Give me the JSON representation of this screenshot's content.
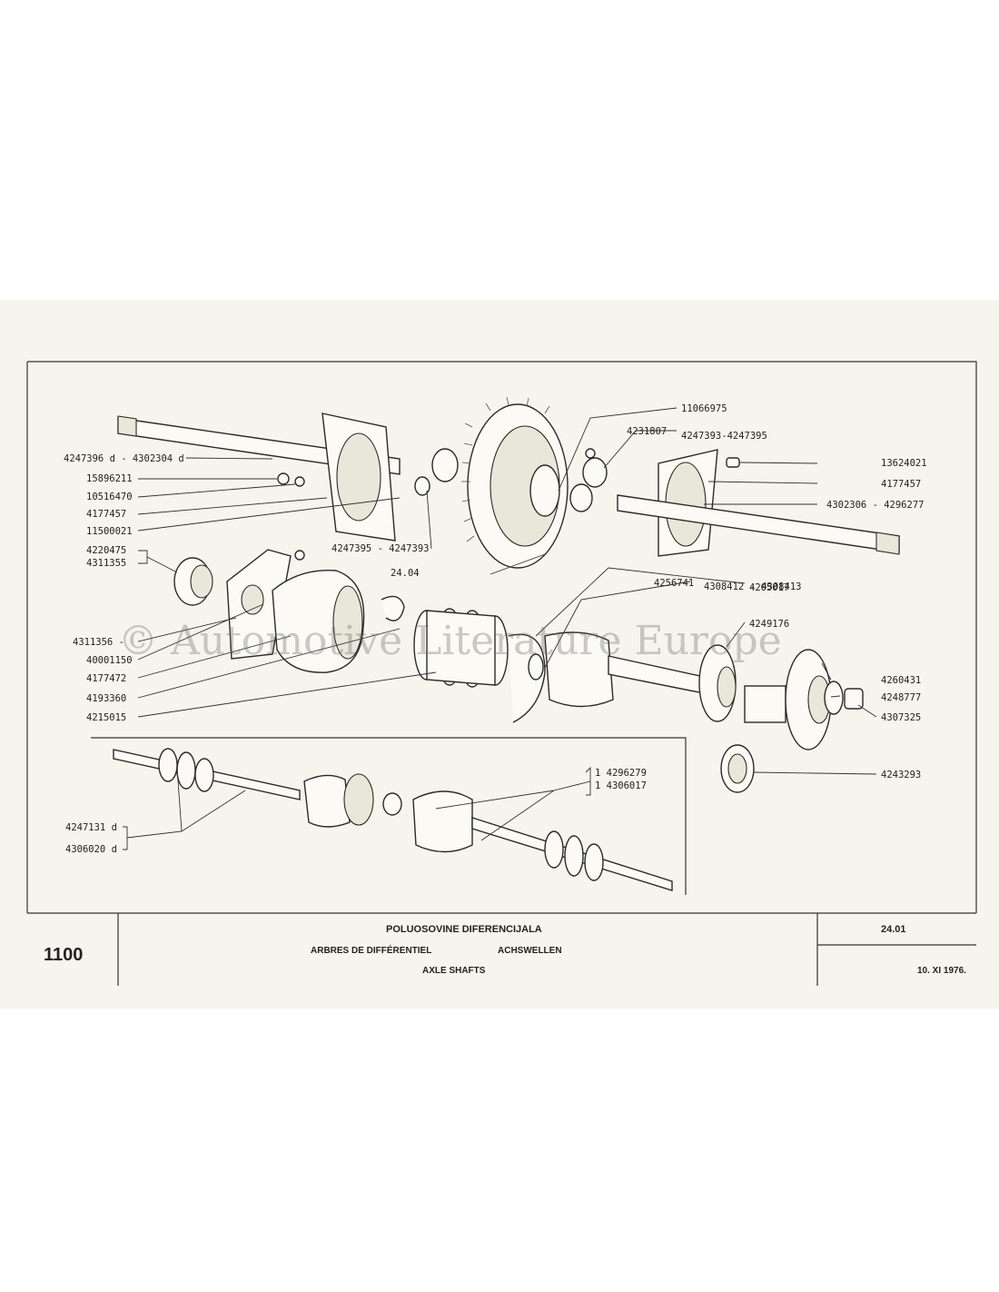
{
  "watermark": "© Automotive Literature Europe",
  "part_labels": {
    "l_4247396": "4247396 d - 4302304 d",
    "l_15896211": "15896211",
    "l_10516470": "10516470",
    "l_4177457a": "4177457",
    "l_11500021": "11500021",
    "l_4220475": "4220475",
    "l_4311355": "4311355",
    "l_4311356": "4311356 -",
    "l_40001150": "40001150",
    "l_4177472": "4177472",
    "l_4193360": "4193360",
    "l_4215015": "4215015",
    "l_11066975": "11066975",
    "l_4231807": "4231807",
    "l_4247393": "4247393-4247395",
    "l_13624021": "13624021",
    "l_4177457b": "4177457",
    "l_4302306": "4302306 - 4296277",
    "l_4247395": "4247395 - 4247393",
    "l_2404": "24.04",
    "l_4205017": "4205017",
    "l_4256741": "4256741",
    "l_4308412": "4308412 - 4308413",
    "l_4249176": "4249176",
    "l_4260431": "4260431",
    "l_4248777": "4248777",
    "l_4307325": "4307325",
    "l_4243293": "4243293",
    "l_4247131": "4247131 d",
    "l_4306020": "4306020 d",
    "l_4296279": "1  4296279",
    "l_4306017": "1  4306017"
  },
  "title_block": {
    "model": "1100",
    "title_hr": "POLUOSOVINE DIFERENCIJALA",
    "title_fr": "ARBRES DE DIFFÉRENTIEL",
    "title_de": "ACHSWELLEN",
    "title_en": "AXLE SHAFTS",
    "sheet_no": "24.01",
    "date": "10. XI 1976."
  }
}
